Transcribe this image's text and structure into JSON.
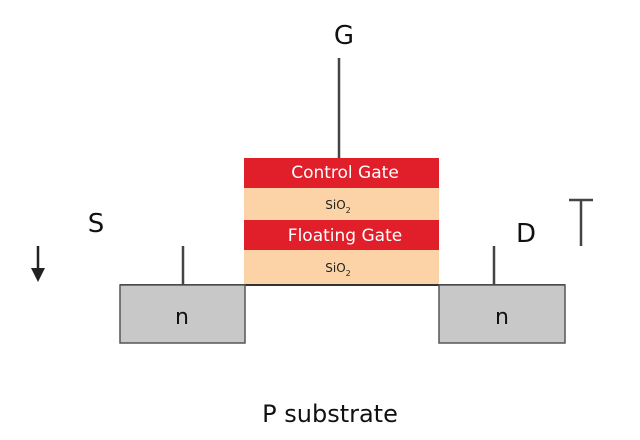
{
  "terminals": {
    "gate": "G",
    "source": "S",
    "drain": "D"
  },
  "layers": {
    "control_gate": "Control Gate",
    "oxide_top": "SiO",
    "oxide_top_sub": "2",
    "floating_gate": "Floating Gate",
    "oxide_bottom": "SiO",
    "oxide_bottom_sub": "2"
  },
  "regions": {
    "source_well": "n",
    "drain_well": "n",
    "substrate": "P substrate"
  },
  "colors": {
    "gate_red": "#e11f2b",
    "gate_red_edge": "#c0141f",
    "oxide_peach": "#fbd3a6",
    "well_gray": "#c8c8c8",
    "line_dark": "#333333"
  }
}
